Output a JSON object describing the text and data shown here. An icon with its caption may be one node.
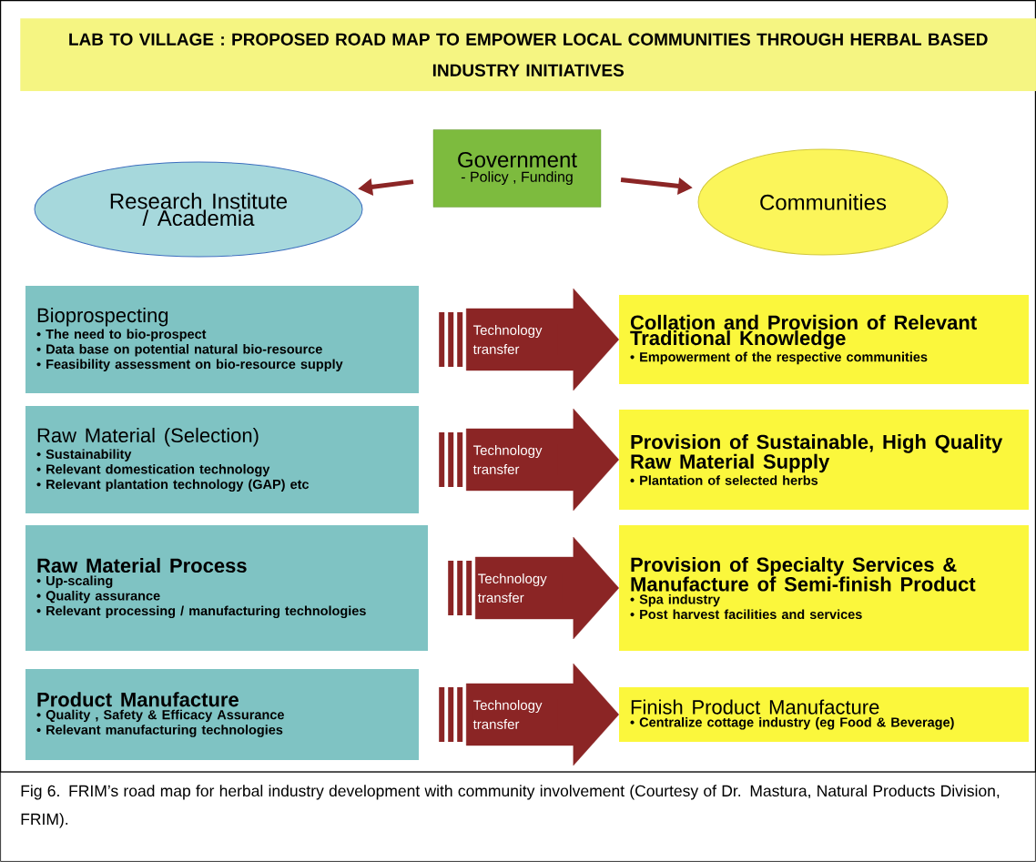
{
  "diagram": {
    "title": "LAB TO VILLAGE : PROPOSED ROAD MAP TO EMPOWER LOCAL COMMUNITIES THROUGH HERBAL BASED INDUSTRY INITIATIVES",
    "caption": "Fig 6. FRIM’s road map for herbal industry development with community involvement (Courtesy of Dr. Mastura, Natural Products Division, FRIM).",
    "nodes": [
      {
        "text": [
          "Government",
          "- Policy , Funding"
        ]
      },
      {
        "text": [
          "Research Institute / Academia"
        ]
      },
      {
        "text": [
          "Communities"
        ]
      },
      {
        "text": [
          "Bioprospecting",
          "• The need to bio-prospect",
          "• Data base on potential natural bio-resource",
          "• Feasibility assessment on bio-resource supply"
        ]
      },
      {
        "text": [
          "Raw Material (Selection)",
          "• Sustainability",
          "• Relevant domestication technology",
          "• Relevant plantation technology (GAP) etc"
        ]
      },
      {
        "text": [
          "Raw Material Process",
          "• Up-scaling",
          "• Quality assurance",
          "• Relevant processing / manufacturing technologies"
        ]
      },
      {
        "text": [
          "Product Manufacture",
          "• Quality , Safety & Efficacy Assurance",
          "• Relevant manufacturing technologies"
        ]
      },
      {
        "text": [
          "Collation and Provision of Relevant Traditional Knowledge",
          "• Empowerment of the respective communities"
        ]
      },
      {
        "text": [
          "Provision of Sustainable, High Quality Raw Material Supply",
          "• Plantation of selected herbs"
        ]
      },
      {
        "text": [
          "Provision of Specialty Services & Manufacture of Semi-finish Product",
          "• Spa industry",
          "• Post harvest facilities and services"
        ]
      },
      {
        "text": [
          "Finish Product Manufacture",
          "• Centralize cottage industry (eg Food & Beverage)"
        ]
      }
    ],
    "edges": [
      {
        "from": 0,
        "to": 1,
        "arrow": "to"
      },
      {
        "from": 0,
        "to": 2,
        "arrow": "to"
      },
      {
        "from": 3,
        "to": 7,
        "arrow": "to",
        "label": "Technology transfer"
      },
      {
        "from": 4,
        "to": 8,
        "arrow": "to",
        "label": "Technology transfer"
      },
      {
        "from": 5,
        "to": 9,
        "arrow": "to",
        "label": "Technology transfer"
      },
      {
        "from": 6,
        "to": 10,
        "arrow": "to",
        "label": "Technology transfer"
      }
    ]
  }
}
